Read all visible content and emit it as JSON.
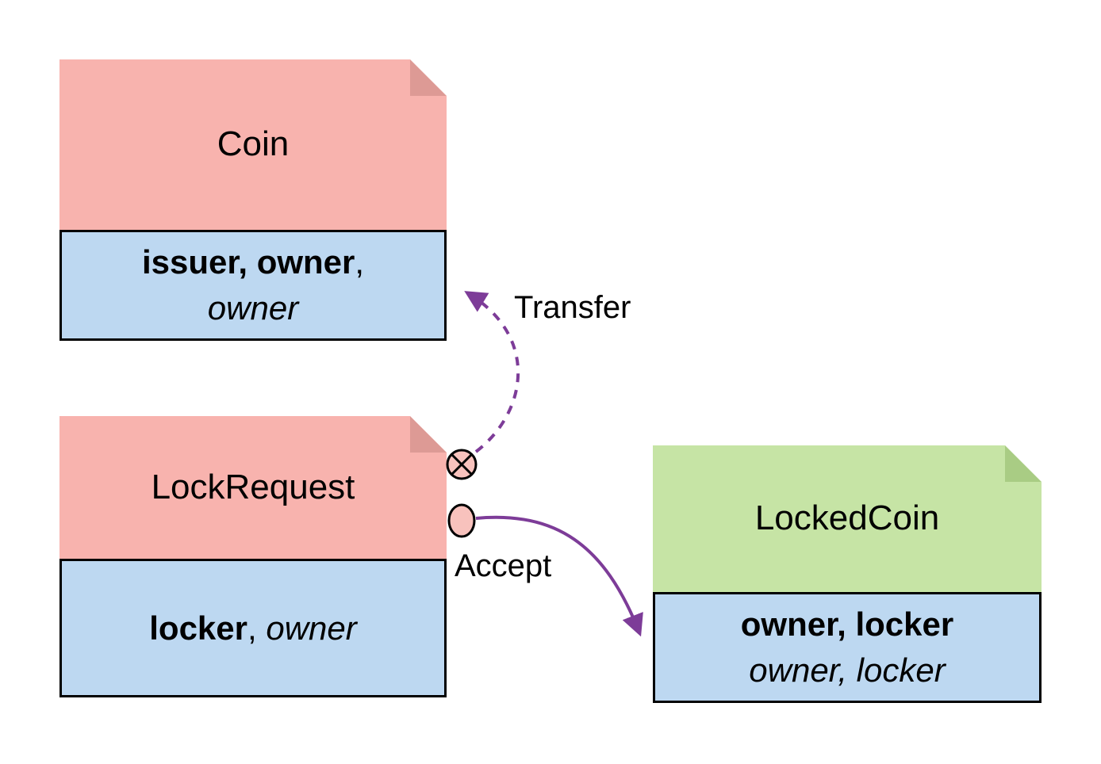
{
  "diagram": {
    "nodes": {
      "coin": {
        "title": "Coin",
        "line1_bold": "issuer, owner",
        "line1_rest": ",",
        "line2_italic": "owner"
      },
      "lockRequest": {
        "title": "LockRequest",
        "bold": "locker",
        "sep": ", ",
        "italic": "owner"
      },
      "lockedCoin": {
        "title": "LockedCoin",
        "line1_bold": "owner, locker",
        "line2_italic": "owner, locker"
      }
    },
    "edges": {
      "transfer": {
        "label": "Transfer",
        "style": "dashed"
      },
      "accept": {
        "label": "Accept",
        "style": "solid"
      }
    },
    "colors": {
      "header_pink": "#f8b3ae",
      "fold_pink": "#dd9a95",
      "header_green": "#c6e4a5",
      "fold_green": "#a9cc84",
      "body_blue": "#bdd8f1",
      "arrow_purple": "#7d3c98"
    }
  }
}
